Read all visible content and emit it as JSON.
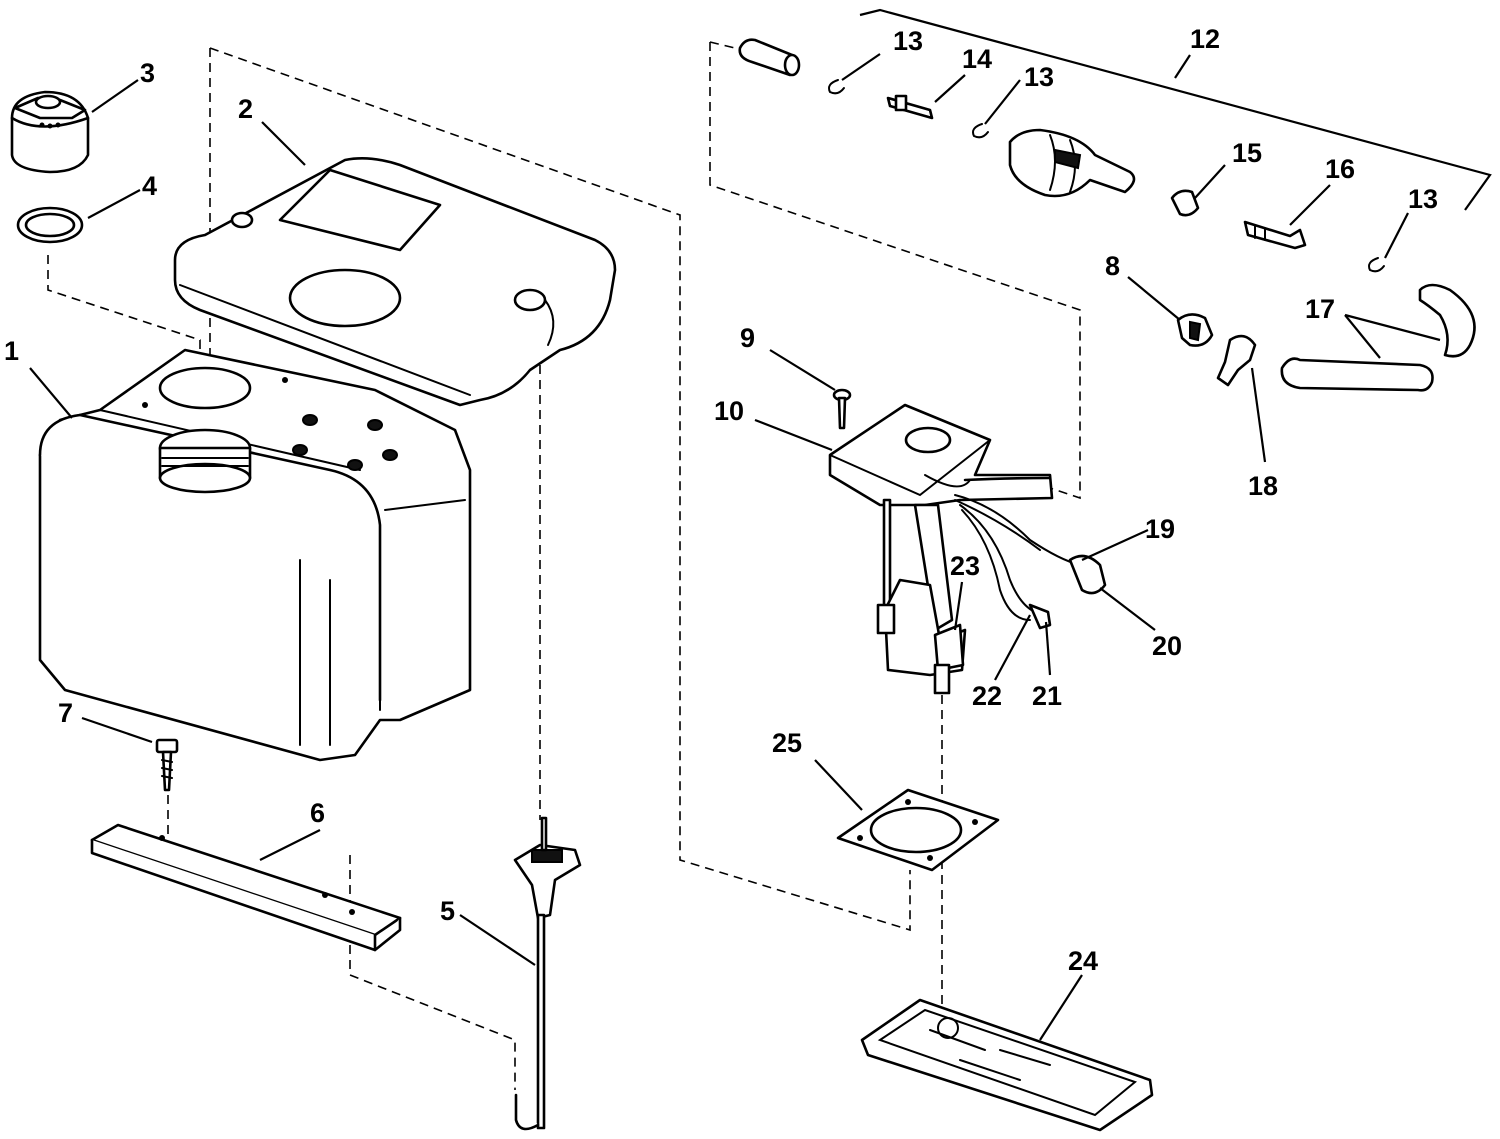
{
  "diagram": {
    "callouts": [
      {
        "id": "label-1",
        "text": "1"
      },
      {
        "id": "label-2",
        "text": "2"
      },
      {
        "id": "label-3",
        "text": "3"
      },
      {
        "id": "label-4",
        "text": "4"
      },
      {
        "id": "label-5",
        "text": "5"
      },
      {
        "id": "label-6",
        "text": "6"
      },
      {
        "id": "label-7",
        "text": "7"
      },
      {
        "id": "label-8",
        "text": "8"
      },
      {
        "id": "label-9",
        "text": "9"
      },
      {
        "id": "label-10",
        "text": "10"
      },
      {
        "id": "label-12",
        "text": "12"
      },
      {
        "id": "label-13a",
        "text": "13"
      },
      {
        "id": "label-13b",
        "text": "13"
      },
      {
        "id": "label-13c",
        "text": "13"
      },
      {
        "id": "label-14",
        "text": "14"
      },
      {
        "id": "label-15",
        "text": "15"
      },
      {
        "id": "label-16",
        "text": "16"
      },
      {
        "id": "label-17",
        "text": "17"
      },
      {
        "id": "label-18",
        "text": "18"
      },
      {
        "id": "label-19",
        "text": "19"
      },
      {
        "id": "label-20",
        "text": "20"
      },
      {
        "id": "label-21",
        "text": "21"
      },
      {
        "id": "label-22",
        "text": "22"
      },
      {
        "id": "label-23",
        "text": "23"
      },
      {
        "id": "label-24",
        "text": "24"
      },
      {
        "id": "label-25",
        "text": "25"
      }
    ]
  }
}
